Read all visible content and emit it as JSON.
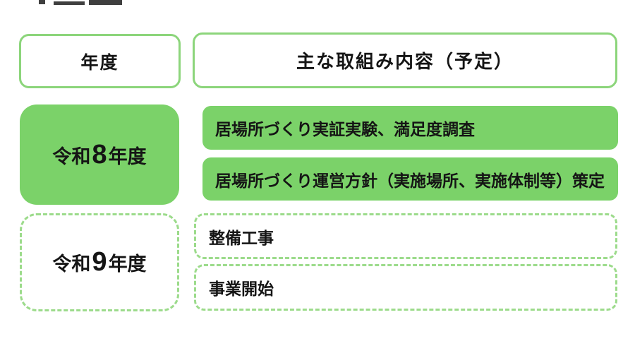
{
  "colors": {
    "fill_green": "#7BD269",
    "border_green": "#8CD57B",
    "dash_green": "#9CDB8B",
    "text": "#151515",
    "background": "#FFFFFF"
  },
  "header": {
    "year_col": "年度",
    "content_col": "主な取組み内容（予定）"
  },
  "rows": [
    {
      "style": "solid",
      "year": {
        "prefix": "令和",
        "digit": "8",
        "suffix": "年度"
      },
      "items": [
        "居場所づくり実証実験、満足度調査",
        "居場所づくり運営方針（実施場所、実施体制等）策定"
      ]
    },
    {
      "style": "dashed",
      "year": {
        "prefix": "令和",
        "digit": "9",
        "suffix": "年度"
      },
      "items": [
        "整備工事",
        "事業開始"
      ]
    }
  ]
}
